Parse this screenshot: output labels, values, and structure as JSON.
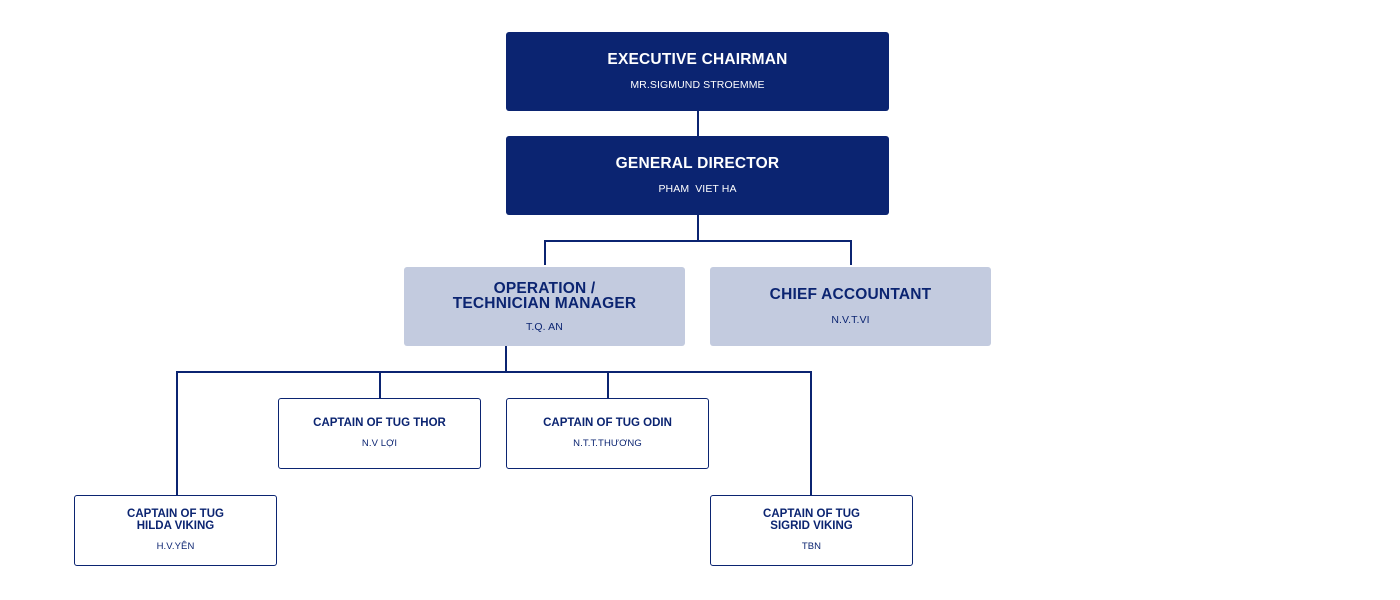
{
  "colors": {
    "primary": "#0b2471",
    "secondary": "#c3cbdf",
    "background": "#ffffff"
  },
  "org": {
    "executive_chairman": {
      "title": "EXECUTIVE CHAIRMAN",
      "name": "MR.SIGMUND STROEMME"
    },
    "general_director": {
      "title": "GENERAL DIRECTOR",
      "name": "PHAM  VIET HA"
    },
    "operation_manager": {
      "title": "OPERATION /\nTECHNICIAN MANAGER",
      "name": "T.Q. AN"
    },
    "chief_accountant": {
      "title": "CHIEF ACCOUNTANT",
      "name": "N.V.T.VI"
    },
    "captain_thor": {
      "title": "CAPTAIN OF TUG THOR",
      "name": "N.V LỢI"
    },
    "captain_odin": {
      "title": "CAPTAIN OF TUG ODIN",
      "name": "N.T.T.THƯƠNG"
    },
    "captain_hilda": {
      "title": "CAPTAIN OF TUG\nHILDA VIKING",
      "name": "H.V.YÊN"
    },
    "captain_sigrid": {
      "title": "CAPTAIN OF TUG\nSIGRID VIKING",
      "name": "TBN"
    }
  }
}
